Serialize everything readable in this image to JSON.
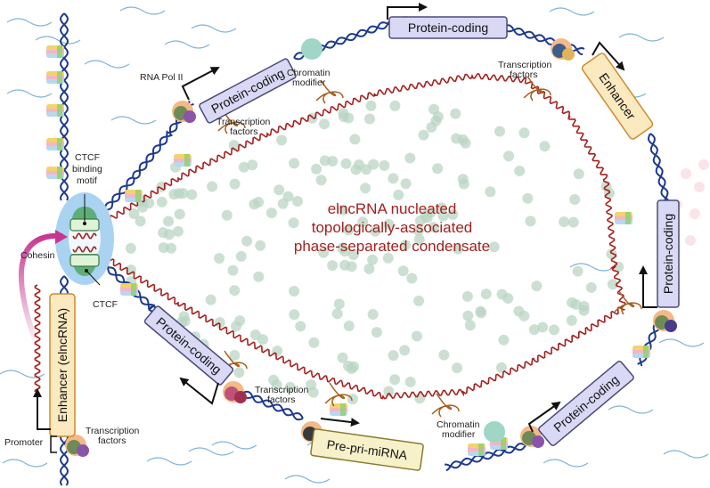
{
  "colors": {
    "dna": "#1d3a8f",
    "rna": "#a3211f",
    "condensate_dot": "#b9d6c3",
    "water": "#7fb4d6",
    "protein_coding_fill": "#d9d8f5",
    "protein_coding_stroke": "#4a4a78",
    "enhancer_fill": "#fbe9c0",
    "enhancer_stroke": "#d08a2a",
    "premirna_fill": "#f6f1c8",
    "premirna_stroke": "#8a7a30",
    "cohesin": "#a9d3f0",
    "ctcf": "#5fae7a",
    "loop_rna": "#a55f1c",
    "magenta_arrow": "#c8378f"
  },
  "center_label": {
    "line1": "elncRNA nucleated",
    "line2": "topologically-associated",
    "line3": "phase-separated condensate"
  },
  "gene_boxes": {
    "pc_top_left": "Protein-coding",
    "pc_top": "Protein-coding",
    "enhancer_top_right": "Enhancer",
    "pc_right": "Protein-coding",
    "pc_bottom_right": "Protein-coding",
    "premirna": "Pre-pri-miRNA",
    "pc_bottom_left": "Protein-coding",
    "enhancer_elncrna": "Enhancer (elncRNA)"
  },
  "labels": {
    "rna_pol_ii": "RNA Pol II",
    "tf_top_left_1": "Transcription",
    "tf_top_left_2": "factors",
    "chromatin_mod_top_1": "Chromatin",
    "chromatin_mod_top_2": "modifier",
    "tf_top_right_1": "Transcription",
    "tf_top_right_2": "factors",
    "ctcf_motif_1": "CTCF",
    "ctcf_motif_2": "binding",
    "ctcf_motif_3": "motif",
    "cohesin": "Cohesin",
    "ctcf": "CTCF",
    "tf_bottom_1": "Transcription",
    "tf_bottom_2": "factors",
    "chromatin_mod_bottom_1": "Chromatin",
    "chromatin_mod_bottom_2": "modifier",
    "promoter": "Promoter",
    "tf_promoter_1": "Transcription",
    "tf_promoter_2": "factors"
  }
}
